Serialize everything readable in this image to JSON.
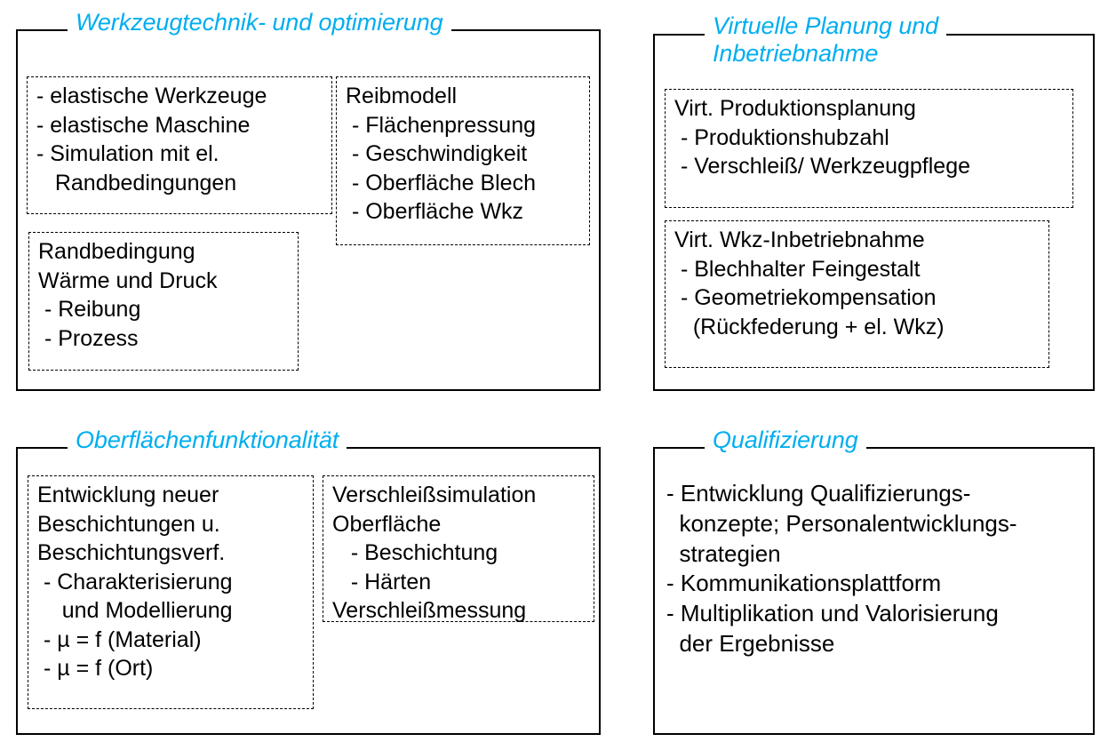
{
  "diagram": {
    "accent_color": "#00AEEF",
    "border_color": "#000000",
    "background_color": "#FFFFFF",
    "panels": [
      {
        "id": "werkzeugtechnik",
        "title": "Werkzeugtechnik- und optimierung",
        "cards": [
          {
            "id": "elastische",
            "lines": [
              "- elastische Werkzeuge",
              "- elastische Maschine",
              "- Simulation mit el.",
              "   Randbedingungen"
            ]
          },
          {
            "id": "reibmodell",
            "lines": [
              "Reibmodell",
              " - Flächenpressung",
              " - Geschwindigkeit",
              " - Oberfläche Blech",
              " - Oberfläche Wkz"
            ]
          },
          {
            "id": "randbedingung",
            "lines": [
              "Randbedingung",
              "Wärme und Druck",
              " - Reibung",
              " - Prozess"
            ]
          }
        ]
      },
      {
        "id": "virtuelle",
        "title": "Virtuelle Planung und\nInbetriebnahme",
        "cards": [
          {
            "id": "produktionsplanung",
            "lines": [
              "Virt. Produktionsplanung",
              " - Produktionshubzahl",
              " - Verschleiß/ Werkzeugpflege"
            ]
          },
          {
            "id": "wkz-inbetriebnahme",
            "lines": [
              "Virt. Wkz-Inbetriebnahme",
              " - Blechhalter Feingestalt",
              " - Geometriekompensation",
              "   (Rückfederung + el. Wkz)"
            ]
          }
        ]
      },
      {
        "id": "oberflaeche",
        "title": "Oberflächenfunktionalität",
        "cards": [
          {
            "id": "beschichtungen",
            "lines": [
              "Entwicklung neuer",
              "Beschichtungen u.",
              "Beschichtungsverf.",
              " - Charakterisierung",
              "    und Modellierung",
              " - µ = f (Material)",
              " - µ = f (Ort)"
            ]
          },
          {
            "id": "verschleiss",
            "lines": [
              "Verschleißsimulation",
              "Oberfläche",
              "   - Beschichtung",
              "   - Härten",
              "Verschleißmessung"
            ]
          }
        ]
      },
      {
        "id": "qualifizierung",
        "title": "Qualifizierung",
        "list": {
          "id": "qualifizierung-list",
          "lines": [
            "- Entwicklung Qualifizierungs-",
            "  konzepte; Personalentwicklungs-",
            "  strategien",
            "- Kommunikationsplattform",
            "- Multiplikation und Valorisierung",
            "  der Ergebnisse"
          ]
        }
      }
    ]
  }
}
